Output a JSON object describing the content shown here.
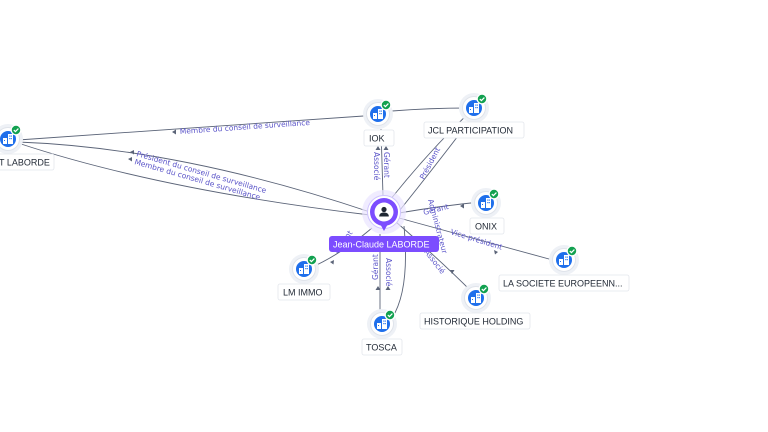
{
  "colors": {
    "accent": "#7c4dff",
    "node": "#1f6feb",
    "check": "#12a150",
    "edge_text": "#5b55c9"
  },
  "center": {
    "label": "Jean-Claude LABORDE",
    "icon": "person-icon"
  },
  "companies": [
    {
      "id": "laborde",
      "label": "T LABORDE",
      "icon": "building-icon"
    },
    {
      "id": "iok",
      "label": "IOK",
      "icon": "building-icon"
    },
    {
      "id": "jcl",
      "label": "JCL PARTICIPATION",
      "icon": "building-icon"
    },
    {
      "id": "onix",
      "label": "ONIX",
      "icon": "building-icon"
    },
    {
      "id": "europeenne",
      "label": "LA SOCIETE EUROPEENN...",
      "icon": "building-icon"
    },
    {
      "id": "lmimmo",
      "label": "LM IMMO",
      "icon": "building-icon"
    },
    {
      "id": "tosca",
      "label": "TOSCA",
      "icon": "building-icon"
    },
    {
      "id": "historique",
      "label": "HISTORIQUE HOLDING",
      "icon": "building-icon"
    }
  ],
  "edge_labels": {
    "iok_membre": "Membre du conseil de surveillance",
    "laborde_president": "Président du conseil de surveillance",
    "laborde_membre": "Membre du conseil de surveillance",
    "iok_gerant": "Gérant",
    "iok_associe": "Associé",
    "jcl_president": "Président",
    "onix_gerant": "Gérant",
    "vice_president": "Vice-président",
    "historique_associe": "Associé",
    "historique_admin": "Administrateur",
    "tosca_gerant": "Gérant",
    "tosca_associe": "Associé",
    "lmimmo_gerant": "Gérant"
  }
}
